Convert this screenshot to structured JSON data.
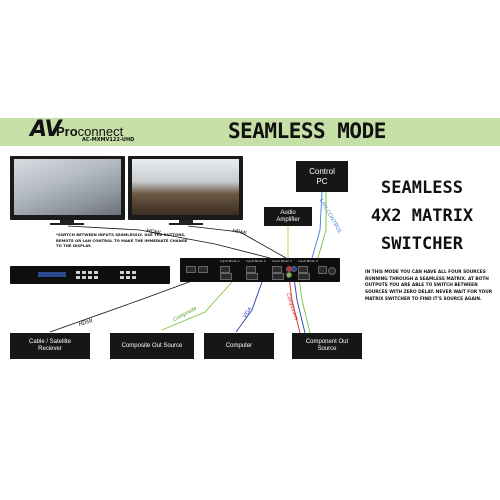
{
  "brand": {
    "logo_av": "AV",
    "logo_pro": "Pro",
    "logo_connect": "connect",
    "model": "AC-MXMV122-UHD"
  },
  "banner": {
    "title": "SEAMLESS MODE"
  },
  "heading": {
    "line1": "SEAMLESS",
    "line2": "4X2 MATRIX",
    "line3": "SWITCHER"
  },
  "description": "IN THIS MODE YOU CAN HAVE ALL FOUR SOURCES RUNNING THROUGH A SEAMLESS MATRIX.  AT BOTH OUTPUTS YOU ARE ABLE TO SWITCH BETWEEN SOURCES WITH ZERO DELAY.  NEVER WAIT FOR YOUR MATRIX SWITCHER TO FIND IT'S SOURCE AGAIN.",
  "note": "*SWITCH BETWEEN INPUTS SEAMLESSLY.  USE THE BUTTONS, REMOTE OR LAN CONTROL TO MAKE THE IMMEDIATE CHANGE TO THE DISPLAY.",
  "boxes": {
    "control_pc": "Control PC",
    "audio_amplifier": "Audio Amplifier",
    "cable_satellite": "Cable / Satellite Reciever",
    "composite_source": "Composite Out Source",
    "computer": "Computer",
    "component_source": "Component Out Source"
  },
  "cable_labels": {
    "hdmi_tv1": "HDMI",
    "hdmi_tv2": "HDMI",
    "hdmi_source": "HDMI",
    "composite": "Composite",
    "vga": "VGA",
    "component": "Component",
    "lan": "LAN CONTROL"
  },
  "device_ports": [
    "Input Mode 1",
    "Input Mode 2",
    "Input Mode 3",
    "Input Mode 4"
  ],
  "colors": {
    "banner": "#c5dfa7",
    "hdmi": "#111111",
    "composite": "#7bbf3c",
    "vga": "#2a3fae",
    "component": "#d12a2a",
    "lan": "#3c7fd6",
    "audio": "#e0b84a"
  },
  "icons": [
    "tv-icon",
    "tv-icon",
    "matrix-switcher-front-icon",
    "matrix-switcher-rear-icon"
  ]
}
